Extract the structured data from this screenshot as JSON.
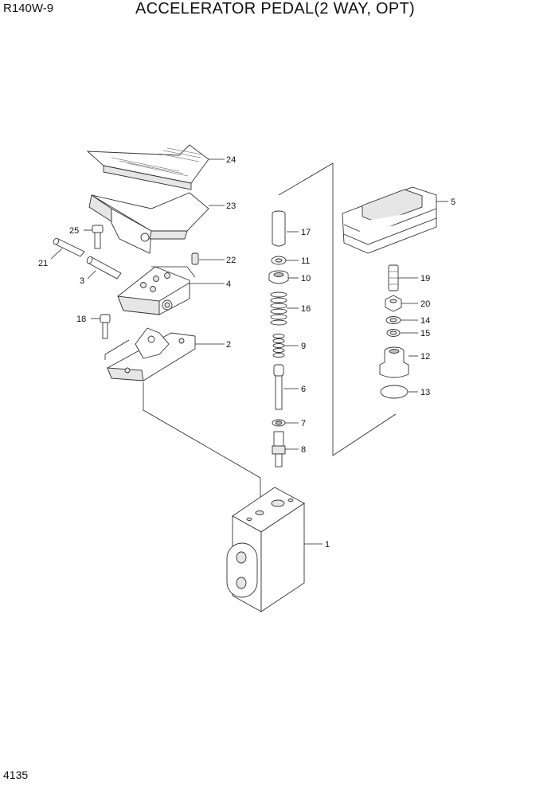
{
  "header": {
    "model": "R140W-9",
    "title": "ACCELERATOR PEDAL(2 WAY, OPT)"
  },
  "footer": {
    "page_number": "4135"
  },
  "callouts": {
    "p1": "1",
    "p2": "2",
    "p3": "3",
    "p4": "4",
    "p5": "5",
    "p6": "6",
    "p7": "7",
    "p8": "8",
    "p9": "9",
    "p10": "10",
    "p11": "11",
    "p12": "12",
    "p13": "13",
    "p14": "14",
    "p15": "15",
    "p16": "16",
    "p17": "17",
    "p18": "18",
    "p19": "19",
    "p20": "20",
    "p21": "21",
    "p22": "22",
    "p23": "23",
    "p24": "24",
    "p25": "25"
  }
}
